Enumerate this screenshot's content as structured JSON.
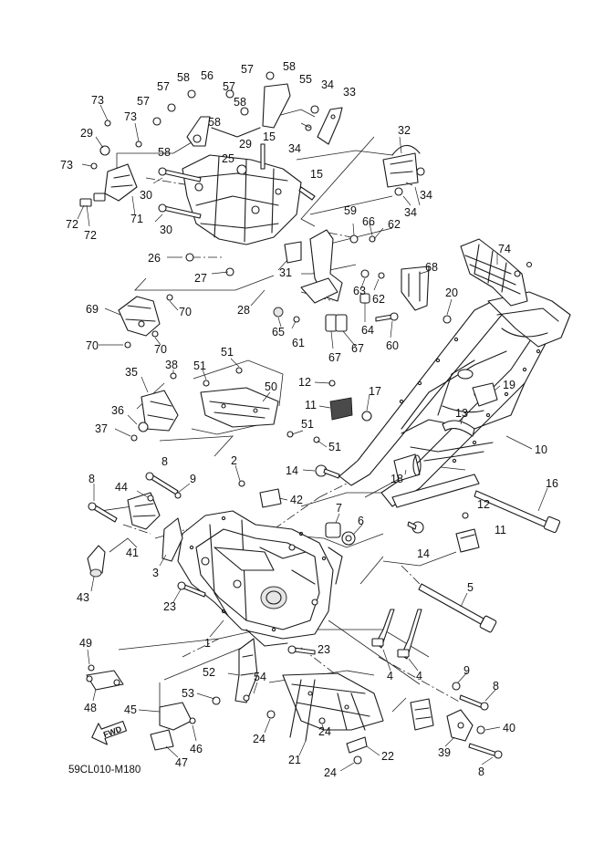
{
  "diagram_code": "59CL010-M180",
  "fwd_label": "FWD",
  "callouts": [
    {
      "id": "c73a",
      "text": "73"
    },
    {
      "id": "c73b",
      "text": "73"
    },
    {
      "id": "c73c",
      "text": "73"
    },
    {
      "id": "c29a",
      "text": "29"
    },
    {
      "id": "c29b",
      "text": "29"
    },
    {
      "id": "c57a",
      "text": "57"
    },
    {
      "id": "c57b",
      "text": "57"
    },
    {
      "id": "c57c",
      "text": "57"
    },
    {
      "id": "c57d",
      "text": "57"
    },
    {
      "id": "c58a",
      "text": "58"
    },
    {
      "id": "c58b",
      "text": "58"
    },
    {
      "id": "c58c",
      "text": "58"
    },
    {
      "id": "c58d",
      "text": "58"
    },
    {
      "id": "c58e",
      "text": "58"
    },
    {
      "id": "c56",
      "text": "56"
    },
    {
      "id": "c55",
      "text": "55"
    },
    {
      "id": "c34a",
      "text": "34"
    },
    {
      "id": "c34b",
      "text": "34"
    },
    {
      "id": "c34c",
      "text": "34"
    },
    {
      "id": "c34d",
      "text": "34"
    },
    {
      "id": "c33",
      "text": "33"
    },
    {
      "id": "c32",
      "text": "32"
    },
    {
      "id": "c15a",
      "text": "15"
    },
    {
      "id": "c15b",
      "text": "15"
    },
    {
      "id": "c25",
      "text": "25"
    },
    {
      "id": "c30a",
      "text": "30"
    },
    {
      "id": "c30b",
      "text": "30"
    },
    {
      "id": "c71",
      "text": "71"
    },
    {
      "id": "c72a",
      "text": "72"
    },
    {
      "id": "c72b",
      "text": "72"
    },
    {
      "id": "c59",
      "text": "59"
    },
    {
      "id": "c66",
      "text": "66"
    },
    {
      "id": "c62a",
      "text": "62"
    },
    {
      "id": "c62b",
      "text": "62"
    },
    {
      "id": "c26",
      "text": "26"
    },
    {
      "id": "c27",
      "text": "27"
    },
    {
      "id": "c28",
      "text": "28"
    },
    {
      "id": "c31",
      "text": "31"
    },
    {
      "id": "c63",
      "text": "63"
    },
    {
      "id": "c64",
      "text": "64"
    },
    {
      "id": "c60",
      "text": "60"
    },
    {
      "id": "c65",
      "text": "65",
      "grey": true
    },
    {
      "id": "c61",
      "text": "61"
    },
    {
      "id": "c67a",
      "text": "67"
    },
    {
      "id": "c67b",
      "text": "67"
    },
    {
      "id": "c68",
      "text": "68"
    },
    {
      "id": "c74",
      "text": "74"
    },
    {
      "id": "c20",
      "text": "20"
    },
    {
      "id": "c69",
      "text": "69"
    },
    {
      "id": "c70a",
      "text": "70"
    },
    {
      "id": "c70b",
      "text": "70"
    },
    {
      "id": "c70c",
      "text": "70"
    },
    {
      "id": "c51a",
      "text": "51"
    },
    {
      "id": "c51b",
      "text": "51"
    },
    {
      "id": "c51c",
      "text": "51"
    },
    {
      "id": "c51d",
      "text": "51"
    },
    {
      "id": "c50",
      "text": "50",
      "grey": true
    },
    {
      "id": "c35",
      "text": "35"
    },
    {
      "id": "c38",
      "text": "38"
    },
    {
      "id": "c36",
      "text": "36"
    },
    {
      "id": "c37",
      "text": "37"
    },
    {
      "id": "c12a",
      "text": "12"
    },
    {
      "id": "c12b",
      "text": "12"
    },
    {
      "id": "c11a",
      "text": "11"
    },
    {
      "id": "c11b",
      "text": "11"
    },
    {
      "id": "c17",
      "text": "17"
    },
    {
      "id": "c19",
      "text": "19"
    },
    {
      "id": "c13",
      "text": "13"
    },
    {
      "id": "c10",
      "text": "10"
    },
    {
      "id": "c14a",
      "text": "14"
    },
    {
      "id": "c14b",
      "text": "14"
    },
    {
      "id": "c18",
      "text": "18"
    },
    {
      "id": "c16",
      "text": "16"
    },
    {
      "id": "c2",
      "text": "2"
    },
    {
      "id": "c8a",
      "text": "8"
    },
    {
      "id": "c8b",
      "text": "8"
    },
    {
      "id": "c8c",
      "text": "8"
    },
    {
      "id": "c8d",
      "text": "8"
    },
    {
      "id": "c9a",
      "text": "9"
    },
    {
      "id": "c9b",
      "text": "9"
    },
    {
      "id": "c44",
      "text": "44"
    },
    {
      "id": "c42",
      "text": "42"
    },
    {
      "id": "c41",
      "text": "41",
      "grey": true
    },
    {
      "id": "c7",
      "text": "7"
    },
    {
      "id": "c6",
      "text": "6"
    },
    {
      "id": "c3",
      "text": "3"
    },
    {
      "id": "c43",
      "text": "43"
    },
    {
      "id": "c23a",
      "text": "23"
    },
    {
      "id": "c23b",
      "text": "23"
    },
    {
      "id": "c5",
      "text": "5"
    },
    {
      "id": "c1",
      "text": "1"
    },
    {
      "id": "c4a",
      "text": "4"
    },
    {
      "id": "c4b",
      "text": "4"
    },
    {
      "id": "c49",
      "text": "49"
    },
    {
      "id": "c48",
      "text": "48"
    },
    {
      "id": "c52",
      "text": "52"
    },
    {
      "id": "c54",
      "text": "54"
    },
    {
      "id": "c53",
      "text": "53"
    },
    {
      "id": "c45",
      "text": "45"
    },
    {
      "id": "c46",
      "text": "46"
    },
    {
      "id": "c47",
      "text": "47"
    },
    {
      "id": "c24a",
      "text": "24"
    },
    {
      "id": "c24b",
      "text": "24"
    },
    {
      "id": "c24c",
      "text": "24"
    },
    {
      "id": "c21",
      "text": "21"
    },
    {
      "id": "c22",
      "text": "22"
    },
    {
      "id": "c39",
      "text": "39"
    },
    {
      "id": "c40",
      "text": "40"
    }
  ]
}
